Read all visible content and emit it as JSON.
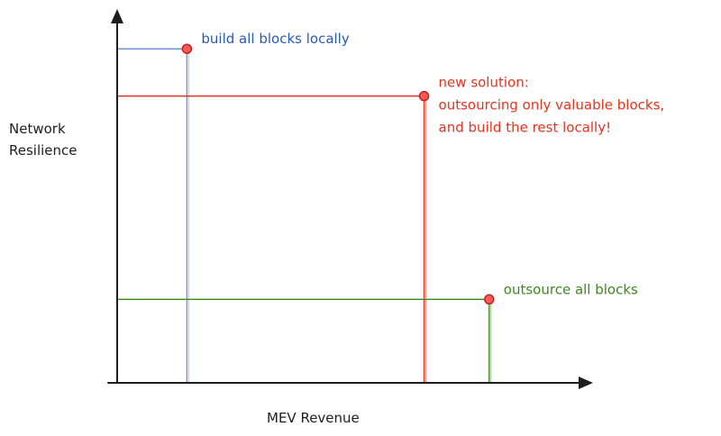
{
  "chart_data": {
    "type": "scatter",
    "xlabel": "MEV Revenue",
    "ylabel_lines": [
      "Network",
      "Resilience"
    ],
    "grid": false,
    "legend": "none",
    "points": [
      {
        "label_lines": [
          "build all blocks locally"
        ],
        "x": 0.15,
        "y": 0.92,
        "color": "#2a5ab0",
        "guide_color": "#6f96d8"
      },
      {
        "label_lines": [
          "new solution:",
          "outsourcing only valuable blocks,",
          "and build the rest locally!"
        ],
        "x": 0.66,
        "y": 0.79,
        "color": "#e8321e",
        "guide_color": "#e8321e"
      },
      {
        "label_lines": [
          "outsource all blocks"
        ],
        "x": 0.8,
        "y": 0.23,
        "color": "#3a8a1c",
        "guide_color": "#3a8a1c"
      }
    ]
  },
  "colors": {
    "axis": "#1e1e1e",
    "marker_fill": "#ff5a5a",
    "marker_stroke": "#c0211a"
  }
}
